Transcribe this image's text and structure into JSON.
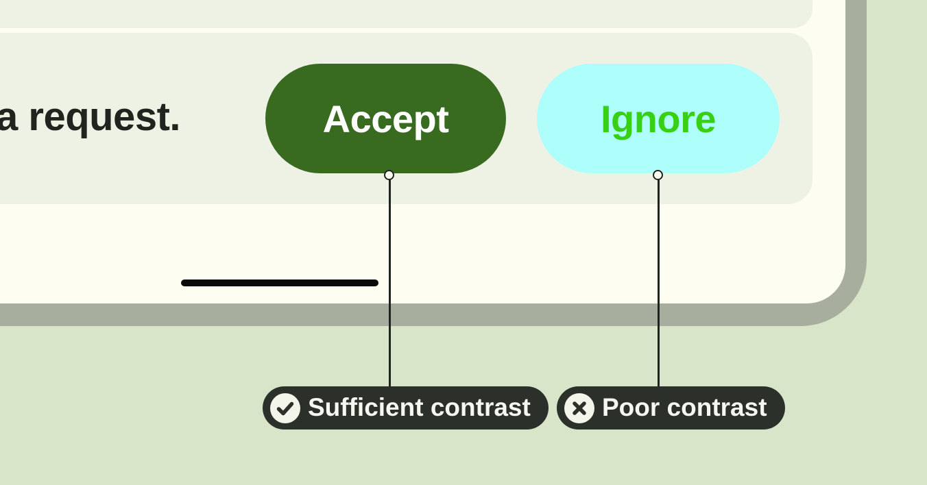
{
  "colors": {
    "canvas-bg": "#d8e5c9",
    "frame-gray": "#a7ae9e",
    "card-cream": "#fdfdf2",
    "panel-sage": "#eef2e5",
    "accept-bg": "#386b20",
    "accept-fg": "#ffffff",
    "ignore-bg": "#aefefb",
    "ignore-fg": "#38d014",
    "chip-bg": "#2b302a",
    "chip-fg": "#f6f7ee",
    "chip-icon-bg": "#f3f4ea",
    "ink": "#20241e",
    "connector": "#20241e"
  },
  "phone": {
    "message_text": "a request.",
    "buttons": [
      {
        "label": "Accept"
      },
      {
        "label": "Ignore"
      }
    ]
  },
  "annotations": {
    "sufficient": {
      "label": "Sufficient contrast",
      "icon": "check-circle-icon"
    },
    "poor": {
      "label": "Poor contrast",
      "icon": "x-circle-icon"
    }
  }
}
